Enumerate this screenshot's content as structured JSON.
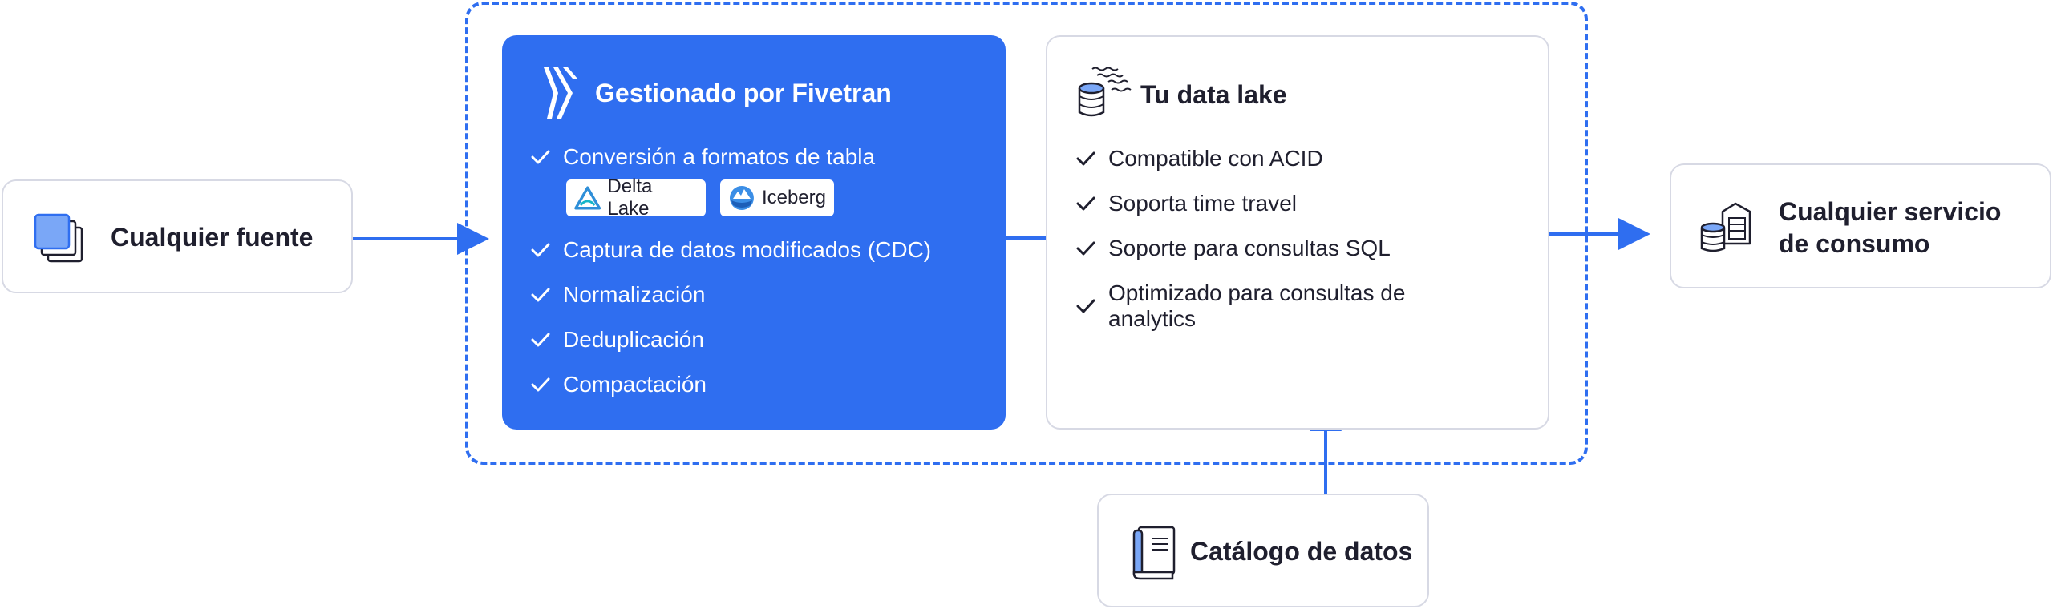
{
  "source": {
    "title": "Cualquier fuente",
    "icon": "layers-icon"
  },
  "fivetran": {
    "title": "Gestionado por Fivetran",
    "logo": "fivetran-logo-icon",
    "items": [
      "Conversión a formatos de tabla",
      "Captura de datos modificados (CDC)",
      "Normalización",
      "Deduplicación",
      "Compactación"
    ],
    "badges": [
      {
        "label": "Delta Lake",
        "icon": "delta-lake-icon"
      },
      {
        "label": "Iceberg",
        "icon": "iceberg-icon"
      }
    ]
  },
  "lake": {
    "title": "Tu data lake",
    "icon": "data-lake-icon",
    "items": [
      "Compatible con ACID",
      "Soporta time travel",
      "Soporte para consultas SQL",
      "Optimizado para consultas de analytics"
    ]
  },
  "consumer": {
    "title_line1": "Cualquier servicio",
    "title_line2": "de consumo",
    "icon": "database-server-icon"
  },
  "catalog": {
    "title": "Catálogo de datos",
    "icon": "book-icon"
  },
  "colors": {
    "accent": "#2f6ef0",
    "border": "#d7d9e4",
    "text": "#1f1f2e"
  }
}
